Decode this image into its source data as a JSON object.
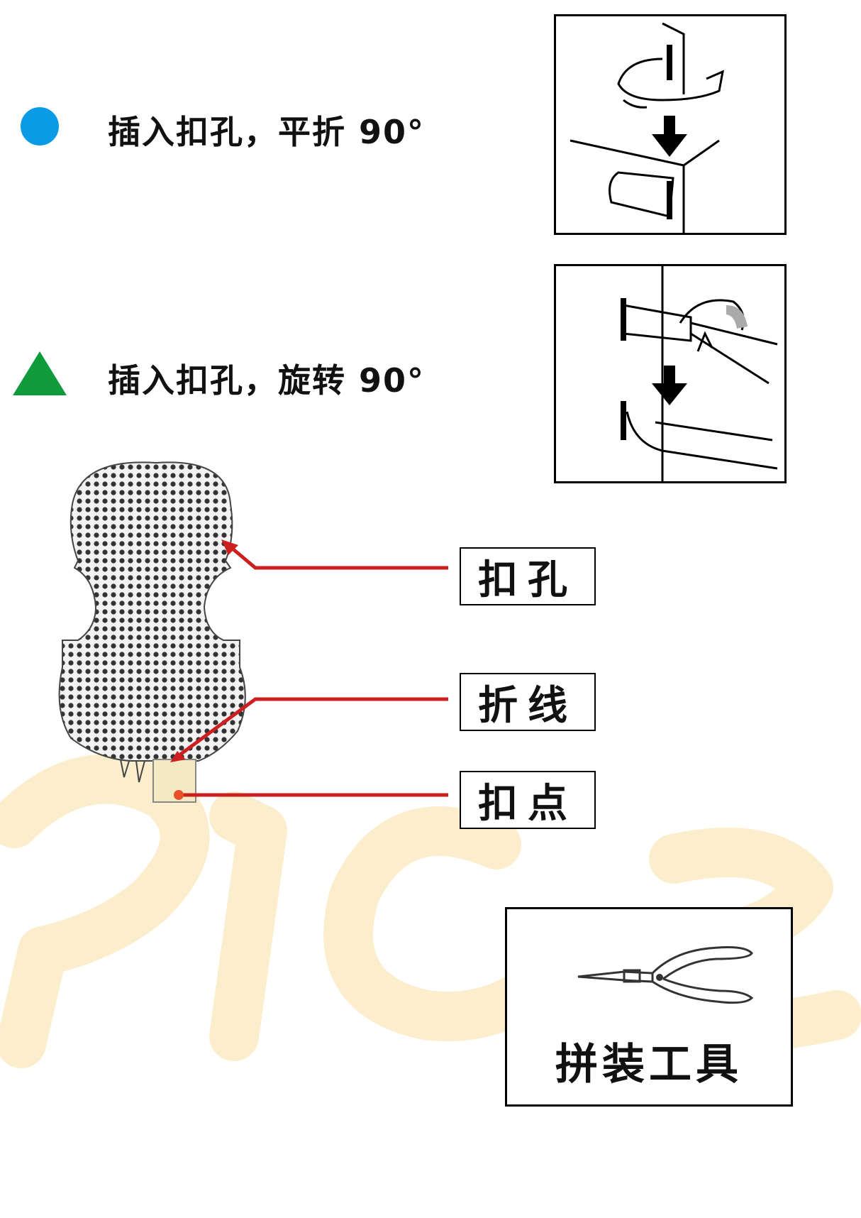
{
  "legend": {
    "items": [
      {
        "marker": "blue-circle",
        "color": "#0a9ae6",
        "text": "插入扣孔，平折 90°"
      },
      {
        "marker": "green-triangle",
        "color": "#0f9a3c",
        "text": "插入扣孔，旋转 90°"
      }
    ]
  },
  "labels": {
    "hole": "扣孔",
    "fold_line": "折线",
    "tab": "扣点"
  },
  "tool_box": {
    "title": "拼装工具"
  },
  "colors": {
    "pointer": "#cc1f1f",
    "piece_fill": "#d9d9d9",
    "tab_fill": "#f3e9c2",
    "watermark": "#f6c24a"
  }
}
